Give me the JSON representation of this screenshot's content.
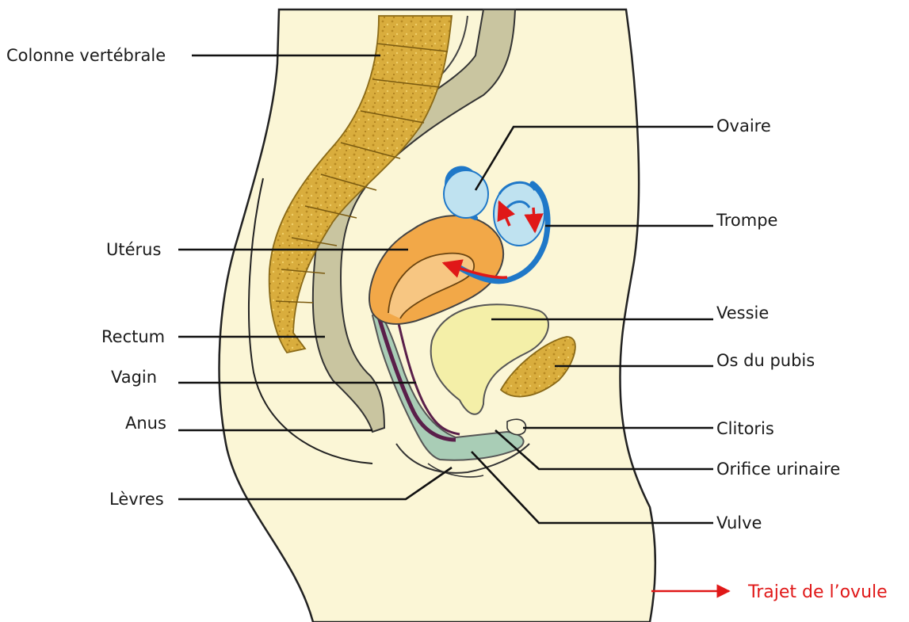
{
  "labels": {
    "colonne": "Colonne vertébrale",
    "uterus": "Utérus",
    "rectum": "Rectum",
    "vagin": "Vagin",
    "anus": "Anus",
    "levres": "Lèvres",
    "ovaire": "Ovaire",
    "trompe": "Trompe",
    "vessie": "Vessie",
    "pubis": "Os du pubis",
    "clitoris": "Clitoris",
    "orifice": "Orifice urinaire",
    "vulve": "Vulve"
  },
  "legend": {
    "label": "Trajet de l’ovule",
    "color": "#e01818"
  },
  "colors": {
    "skin": "#fbf6d6",
    "bone": "#d8ac3c",
    "rectum": "#c9c5a0",
    "uterus": "#f2a848",
    "ovary": "#bfe2f0",
    "tube": "#1f78c8",
    "bladder": "#f4efa8",
    "vagina": "#a9cdb6",
    "vagina_wall": "#5a1f4a",
    "path": "#e01818"
  }
}
